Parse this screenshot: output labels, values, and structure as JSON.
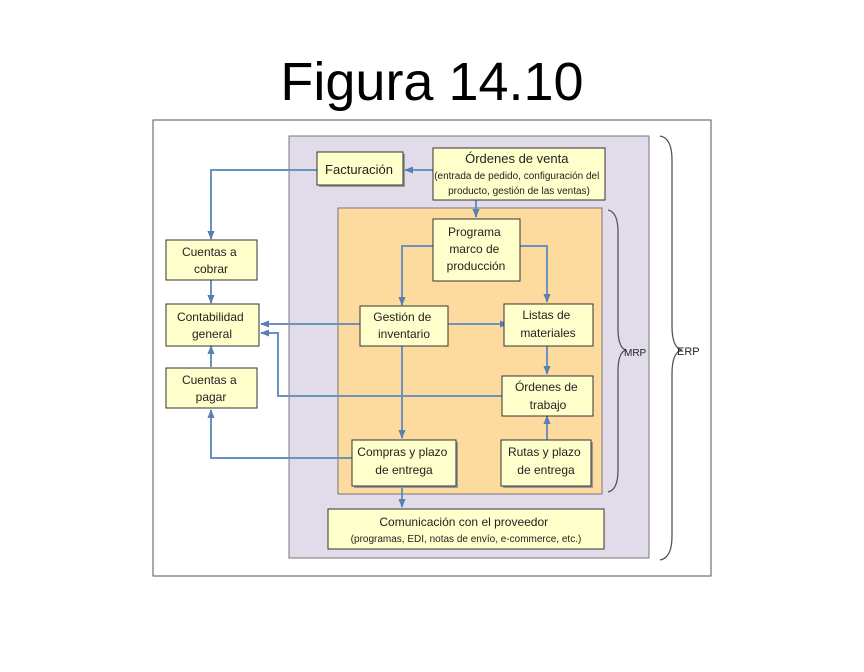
{
  "title": "Figura 14.10",
  "boxes": {
    "facturacion": [
      "Facturación"
    ],
    "ordenes_venta": [
      "Órdenes de venta",
      "(entrada de pedido, configuración del",
      "producto, gestión de las ventas)"
    ],
    "cuentas_cobrar": [
      "Cuentas a",
      "cobrar"
    ],
    "contabilidad": [
      "Contabilidad",
      "general"
    ],
    "cuentas_pagar": [
      "Cuentas a",
      "pagar"
    ],
    "programa": [
      "Programa",
      "marco de",
      "producción"
    ],
    "gestion": [
      "Gestión de",
      "inventario"
    ],
    "listas": [
      "Listas de",
      "materiales"
    ],
    "ordenes_trabajo": [
      "Órdenes de",
      "trabajo"
    ],
    "compras": [
      "Compras y  plazo",
      "de entrega"
    ],
    "rutas": [
      "Rutas y plazo",
      "de entrega"
    ],
    "comunicacion": [
      "Comunicación con el proveedor",
      "(programas, EDI, notas de envío, e-commerce, etc.)"
    ]
  },
  "labels": {
    "mrp": "MRP",
    "erp": "ERP"
  },
  "colors": {
    "box_fill": "#ffffcc",
    "erp_region": "#e2dcea",
    "mrp_region": "#fddb9e",
    "arrow": "#6a93c0",
    "border": "#333333"
  }
}
